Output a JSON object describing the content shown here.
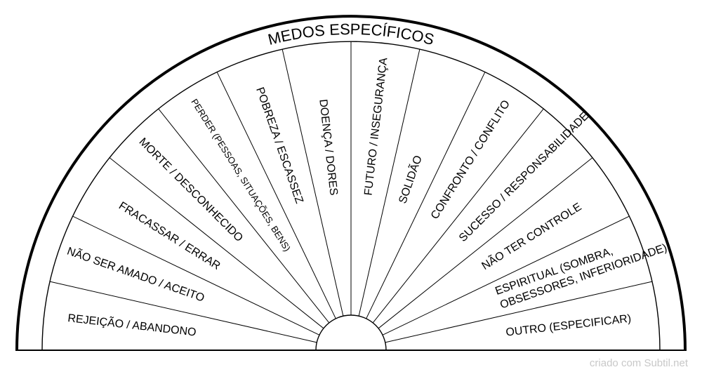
{
  "title": "MEDOS ESPECÍFICOS",
  "sectors": [
    "REJEIÇÃO / ABANDONO",
    "NÃO SER AMADO / ACEITO",
    "FRACASSAR / ERRAR",
    "MORTE / DESCONHECIDO",
    [
      "PERDER (PESSOAS, SITUAÇÕES, BENS)"
    ],
    "POBREZA / ESCASSEZ",
    "DOENÇA / DORES",
    "FUTURO / INSEGURANÇA",
    "SOLIDÃO",
    "CONFRONTO / CONFLITO",
    "SUCESSO / RESPONSABILIDADE",
    "NÃO TER CONTROLE",
    [
      "ESPIRITUAL (SOMBRA,",
      "OBSESSORES, INFERIORIDADE)"
    ],
    "OUTRO (ESPECIFICAR)"
  ],
  "credit": "criado com Subtil.net"
}
